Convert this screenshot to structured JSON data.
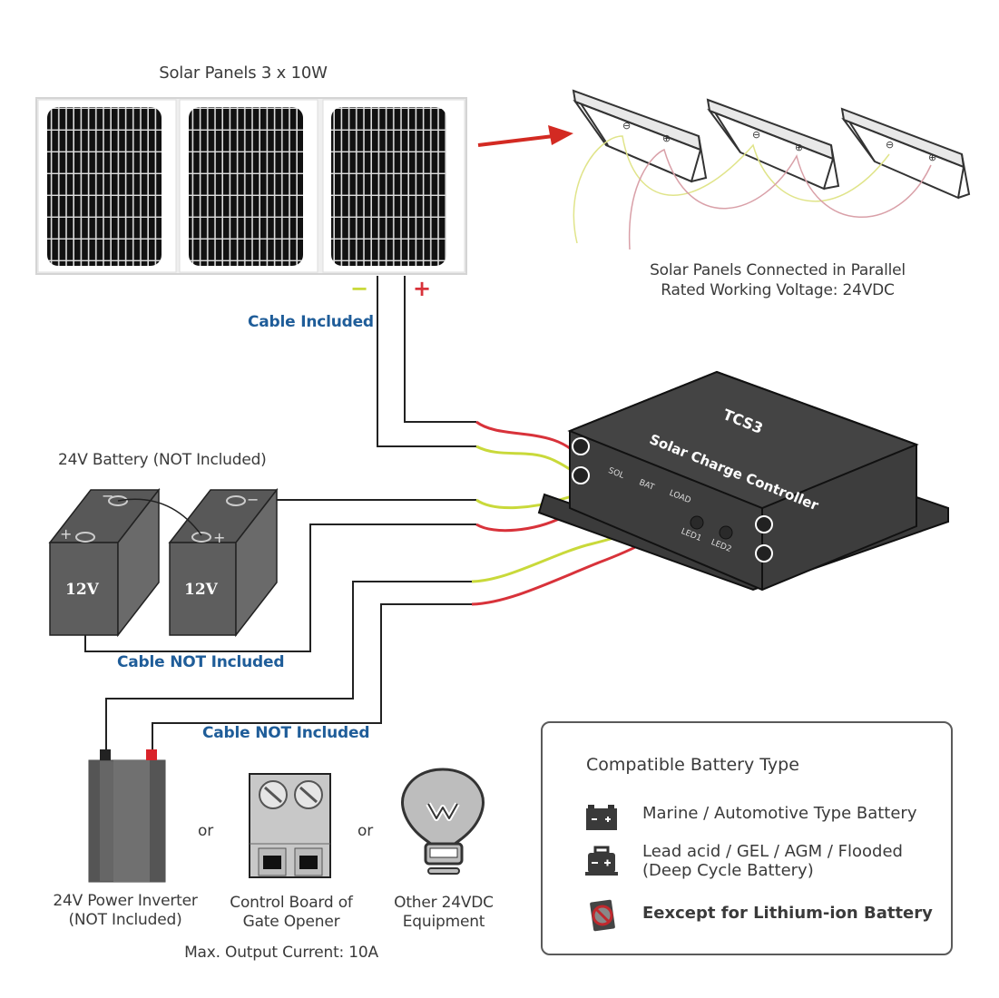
{
  "title_panels": "Solar Panels 3 x 10W",
  "panel_polarity": {
    "minus": "−",
    "plus": "+"
  },
  "cable_included": "Cable Included",
  "parallel_caption": {
    "line1": "Solar Panels Connected in Parallel",
    "line2": "Rated Working Voltage: 24VDC"
  },
  "controller": {
    "model": "TCS3",
    "name": "Solar Charge Controller",
    "ports": [
      "SOL",
      "BAT",
      "LOAD"
    ],
    "leds": [
      "LED1",
      "LED2"
    ]
  },
  "battery": {
    "title": "24V Battery (NOT Included)",
    "cells": [
      "12V",
      "12V"
    ],
    "cable_note": "Cable NOT Included"
  },
  "load": {
    "cable_note": "Cable NOT Included",
    "separator": "or",
    "devices": [
      {
        "line1": "24V Power Inverter",
        "line2": "(NOT Included)",
        "icon": "inverter-icon"
      },
      {
        "line1": "Control Board of",
        "line2": "Gate Opener",
        "icon": "terminal-block-icon"
      },
      {
        "line1": "Other 24VDC",
        "line2": "Equipment",
        "icon": "light-bulb-icon"
      }
    ],
    "max_output": "Max. Output Current: 10A"
  },
  "legend": {
    "title": "Compatible Battery Type",
    "items": [
      {
        "text": "Marine / Automotive Type Battery",
        "icon": "car-battery-icon"
      },
      {
        "line1": "Lead acid / GEL / AGM / Flooded",
        "line2": "(Deep Cycle Battery)",
        "icon": "deep-cycle-battery-icon"
      },
      {
        "text": "Eexcept for Lithium-ion Battery",
        "icon": "no-lithium-battery-icon",
        "color": "#b3262a"
      }
    ]
  },
  "colors": {
    "wire_red": "#d8323a",
    "wire_yellow": "#c9d93a",
    "cable_label": "#1f5d99",
    "device_dark": "#3b3b3b",
    "arrow": "#d32a22"
  }
}
